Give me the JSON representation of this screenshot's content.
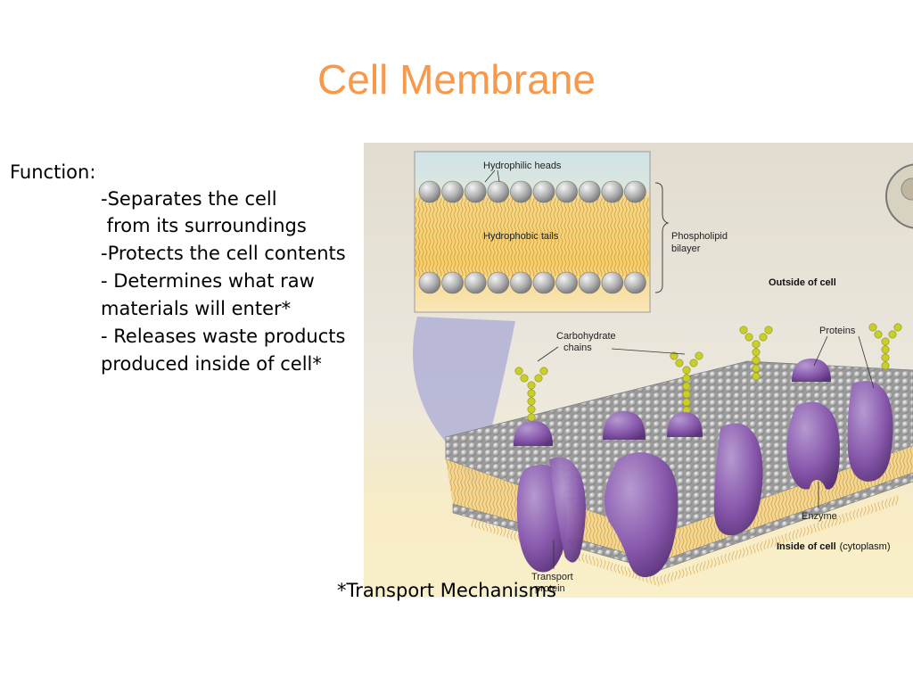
{
  "slide": {
    "title": "Cell Membrane",
    "function_heading": "Function:",
    "function_lines": [
      "-Separates the cell",
      " from its surroundings",
      "-Protects the cell contents",
      "- Determines what raw",
      "materials will enter*",
      "- Releases waste products",
      "produced inside of cell*"
    ],
    "footnote": "*Transport Mechanisms"
  },
  "diagram": {
    "labels": {
      "hydrophilic_heads": "Hydrophilic heads",
      "hydrophobic_tails": "Hydrophobic tails",
      "phospholipid": "Phospholipid",
      "bilayer": "bilayer",
      "outside_of_cell": "Outside of cell",
      "carbohydrate": "Carbohydrate",
      "chains": "chains",
      "proteins": "Proteins",
      "enzyme": "Enzyme",
      "inside_of_cell": "Inside of cell",
      "cytoplasm": "(cytoplasm)",
      "transport": "Transport",
      "protein": "protein"
    },
    "colors": {
      "title": "#f7984a",
      "protein": "#8a5aa8",
      "carbohydrate": "#c9cf2a",
      "head": "#b5b5b5",
      "tail_band": "#f6d06a",
      "outside_bg": "#cfe3e8"
    }
  }
}
